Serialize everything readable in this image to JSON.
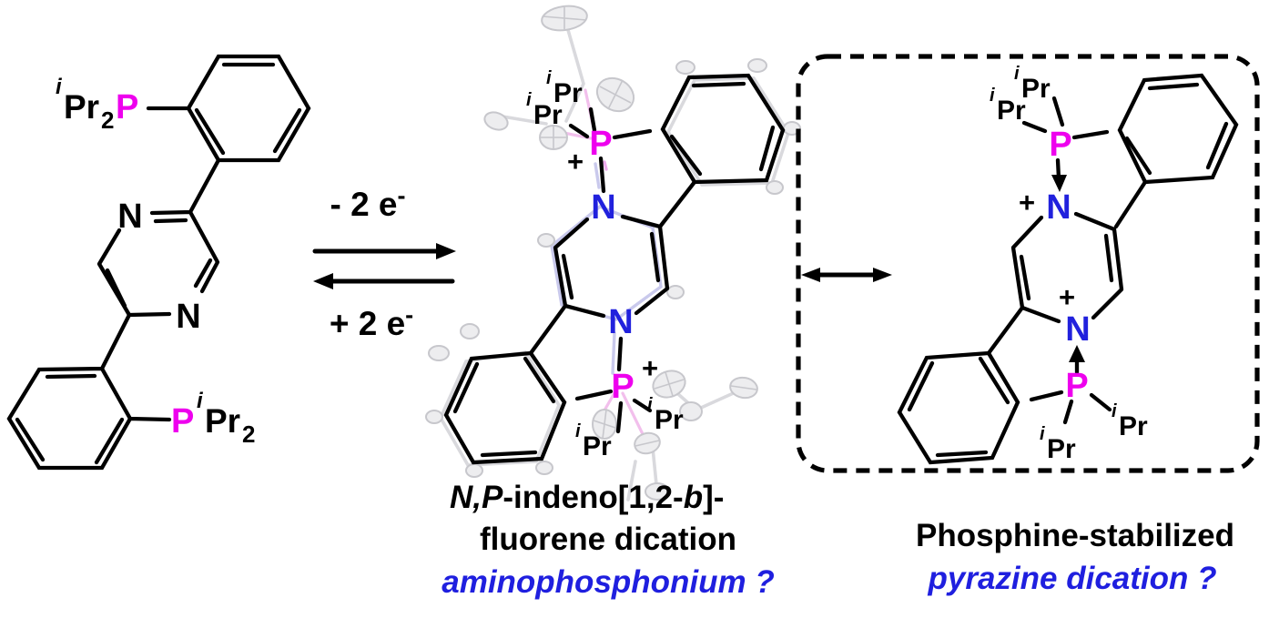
{
  "figure": {
    "type": "chemical reaction scheme",
    "description": "Redox equilibrium between a bis(phosphino-aryl)pyrazine and its dication, with resonance structure in dashed box"
  },
  "colors": {
    "phosphorus_magenta": "#ee00ee",
    "nitrogen_blue": "#2121dd",
    "caption_blue": "#1f1fdf",
    "bond_black": "#000000"
  },
  "glyphs": {
    "p": "P",
    "n": "N",
    "plus": "+",
    "ipr_i": "i",
    "ipr_pr": "Pr",
    "sub_2": "2"
  },
  "reaction": {
    "forward_main": "- 2 e",
    "forward_sup": "-",
    "reverse_main": "+ 2 e",
    "reverse_sup": "-"
  },
  "captions": {
    "middle_line1_np": "N,P",
    "middle_line1_mid": "-indeno[1,2-",
    "middle_line1_b": "b",
    "middle_line1_end": "]-",
    "middle_line2": "fluorene dication",
    "middle_line3": "aminophosphonium ?",
    "right_line1": "Phosphine-stabilized",
    "right_line2": "pyrazine dication ?"
  }
}
